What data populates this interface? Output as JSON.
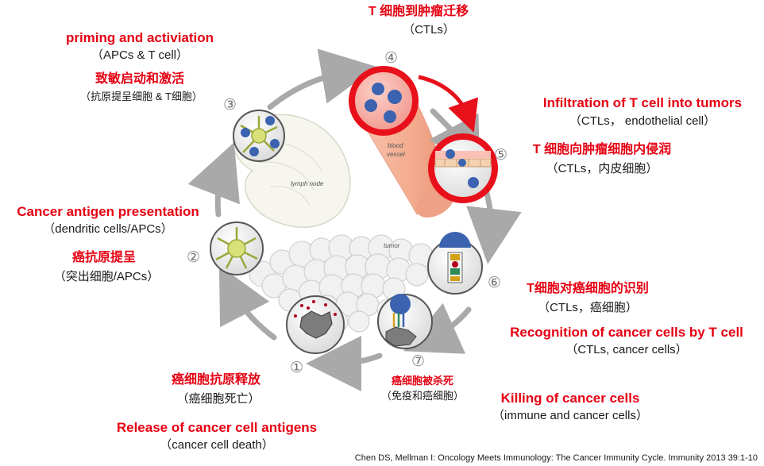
{
  "steps": {
    "s1": {
      "number": "①",
      "zh_title": "癌细胞抗原释放",
      "zh_sub": "（癌细胞死亡）",
      "en_title": "Release of cancer cell antigens",
      "en_sub": "（cancer cell death）"
    },
    "s2": {
      "number": "②",
      "en_title": "Cancer antigen presentation",
      "en_sub": "（dendritic cells/APCs）",
      "zh_title": "癌抗原提呈",
      "zh_sub": "（突出细胞/APCs）"
    },
    "s3": {
      "number": "③",
      "en_title": "priming and activiation",
      "en_sub": "（APCs & T cell）",
      "zh_title": "致敏启动和激活",
      "zh_sub": "（抗原提呈细胞 & T细胞）"
    },
    "s4": {
      "number": "④",
      "zh_title": "T 细胞到肿瘤迁移",
      "zh_sub": "（CTLs）"
    },
    "s5": {
      "number": "⑤",
      "en_title": "Infiltration of T cell into tumors",
      "en_sub": "（CTLs， endothelial cell）",
      "zh_title": "T 细胞向肿瘤细胞内侵润",
      "zh_sub": "（CTLs，内皮细胞）"
    },
    "s6": {
      "number": "⑥",
      "zh_title": "T细胞对癌细胞的识别",
      "zh_sub": "（CTLs，癌细胞）",
      "en_title": "Recognition of cancer cells by T cell",
      "en_sub": "（CTLs, cancer cells）"
    },
    "s7": {
      "number": "⑦",
      "zh_title": "癌细胞被杀死",
      "zh_sub": "（免疫和癌细胞）",
      "en_title": "Killing of cancer cells",
      "en_sub": "（immune and cancer cells）"
    }
  },
  "illustration_labels": {
    "blood_vessel_line1": "blood",
    "blood_vessel_line2": "vessel",
    "lymph_node": "lymph node",
    "tumor": "tumor"
  },
  "citation": "Chen DS, Mellman I: Oncology Meets Immunology: The Cancer Immunity Cycle. Immunity 2013 39:1-10",
  "colors": {
    "label_red": "#e60012",
    "highlight_ring": "#e8101a",
    "cycle_arrow": "#a9a9a9",
    "vessel": "#f4b49a",
    "cell_blue": "#3b63b0"
  }
}
